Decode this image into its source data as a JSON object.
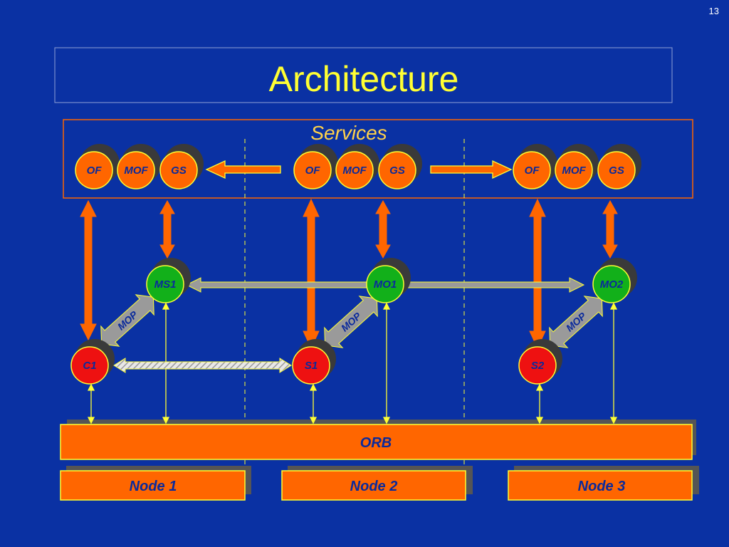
{
  "slide": {
    "page_number": "13",
    "title": "Architecture",
    "services_label": "Services"
  },
  "service_labels": [
    "OF",
    "MOF",
    "GS"
  ],
  "managers": [
    "MS1",
    "MO1",
    "MO2"
  ],
  "objects": [
    "C1",
    "S1",
    "S2"
  ],
  "mop_label": "MOP",
  "orb_label": "ORB",
  "nodes": [
    "Node 1",
    "Node 2",
    "Node 3"
  ],
  "colors": {
    "background": "#0a31a3",
    "orange": "#ff6600",
    "green": "#12b01a",
    "red": "#ee1111",
    "yellow": "#ffff33",
    "grey": "#9a9a9a"
  }
}
